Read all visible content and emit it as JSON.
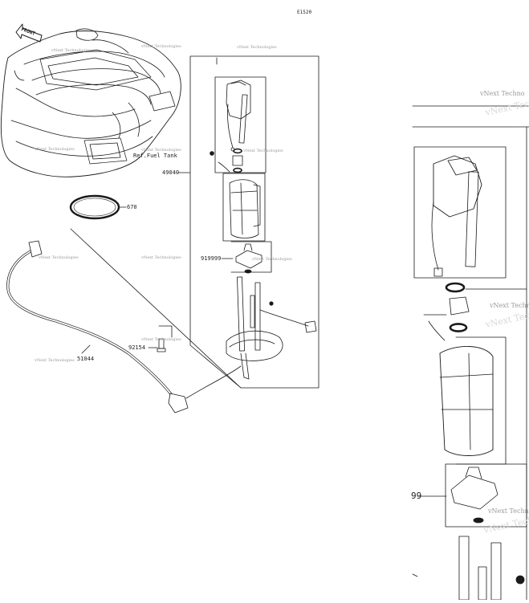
{
  "diagram": {
    "code": "E1520",
    "front_marker": "FRONT",
    "reference": "Ref.Fuel Tank",
    "parts": {
      "p670": "670",
      "p49040": "49040",
      "p919999": "919999",
      "p92154": "92154",
      "p51044": "51044"
    },
    "inset_part_fragment": "99",
    "watermark": "vNext Technologies",
    "watermark_clipped": "vNext Techno"
  },
  "colors": {
    "line": "#1a1a1a",
    "watermark": "#999999"
  }
}
